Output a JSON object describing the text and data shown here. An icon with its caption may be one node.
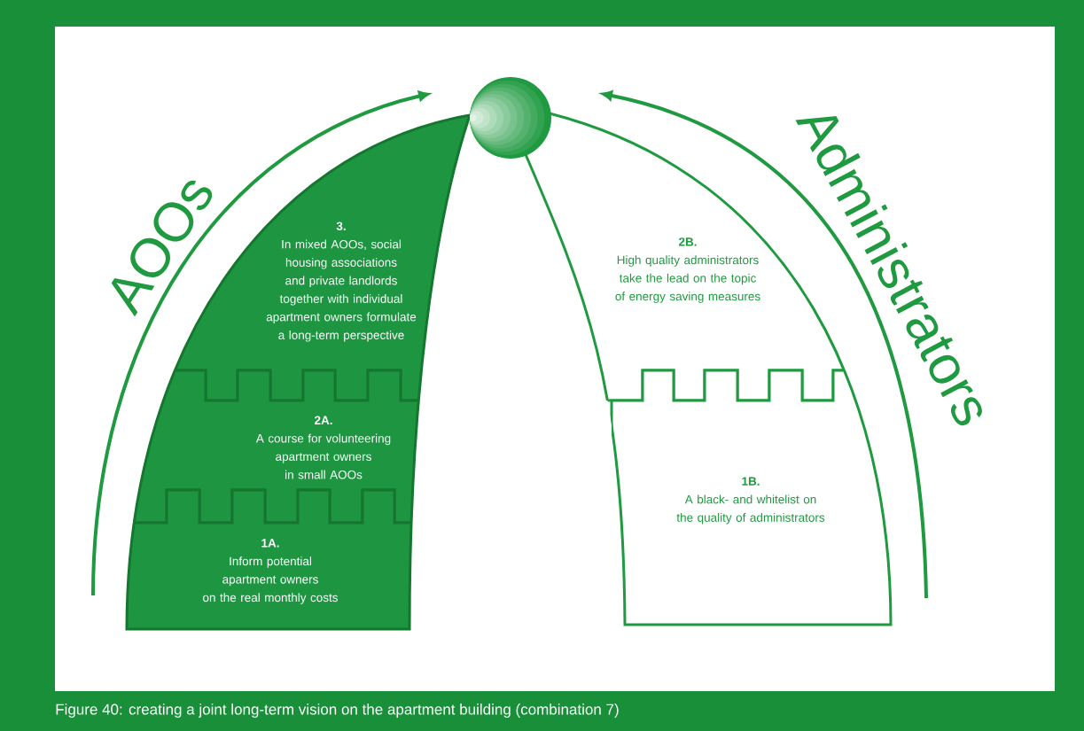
{
  "diagram": {
    "caption": "Figure 40: creating a joint long-term vision on the apartment building (combination 7)",
    "nodes": [
      {
        "text": [],
        "shape": "circle"
      },
      {
        "text": [
          "3.",
          "In mixed AOOs, social housing associations and private landlords together with individual apartment owners formulate a long-term perspective"
        ]
      },
      {
        "text": [
          "2A.",
          "A course for volunteering apartment owners in small AOOs"
        ]
      },
      {
        "text": [
          "1A.",
          "Inform potential apartment owners on the real monthly costs"
        ]
      },
      {
        "text": [
          "2B.",
          "High quality administrators take the lead on the topic of energy saving measures"
        ]
      },
      {
        "text": [
          "1B.",
          "A black- and whitelist on the quality of administrators"
        ]
      }
    ],
    "labels": [
      "AOOs",
      "Administrators"
    ]
  }
}
